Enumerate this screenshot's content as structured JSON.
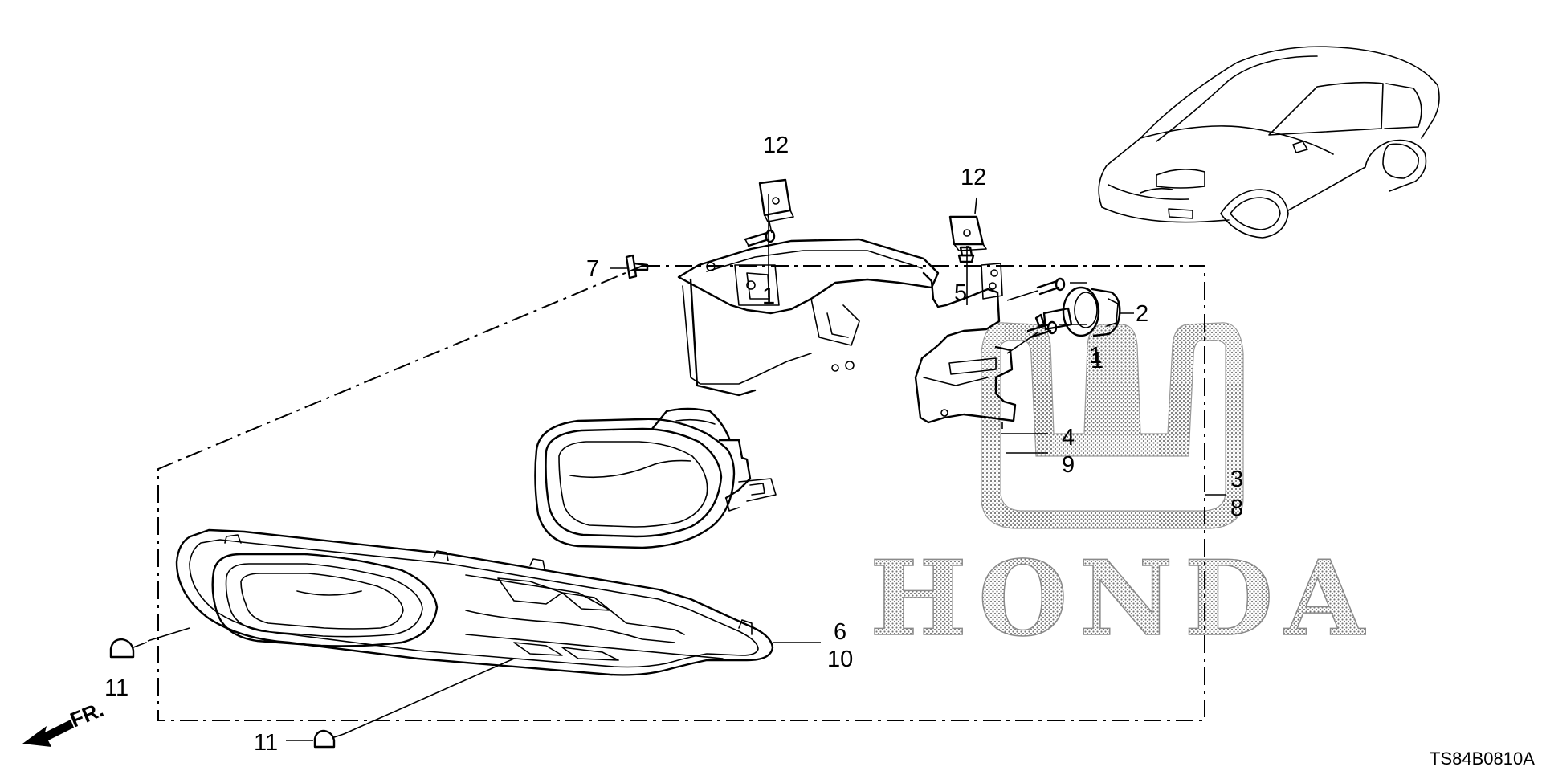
{
  "diagram_code": "TS84B0810A",
  "direction_label": "FR.",
  "watermark_text": "HONDA",
  "callouts": {
    "c1a": "1",
    "c1b": "1",
    "c1c": "1",
    "c2": "2",
    "c3": "3",
    "c8": "8",
    "c4": "4",
    "c9": "9",
    "c5": "5",
    "c6": "6",
    "c10": "10",
    "c7": "7",
    "c11a": "11",
    "c11b": "11",
    "c12a": "12",
    "c12b": "12"
  },
  "icons": [
    "honda-logo-watermark",
    "car-silhouette-icon",
    "front-direction-arrow-icon"
  ]
}
